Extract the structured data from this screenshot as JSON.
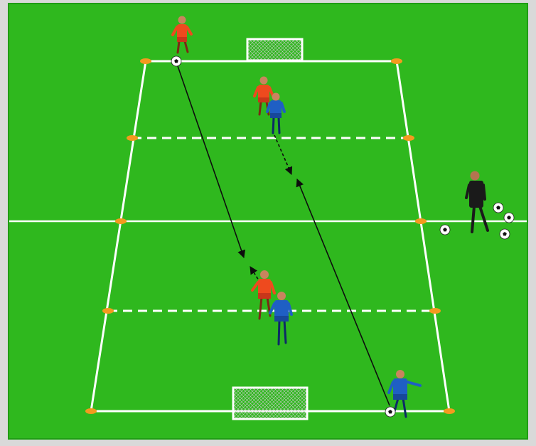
{
  "diagram": {
    "colors": {
      "pitch": "#2fb81e",
      "pitch_edge": "#1f9d14",
      "line": "#ffffff",
      "cone": "#f39a1f",
      "red_team": "#ee4a1e",
      "blue_team": "#1f5fc4",
      "coach": "#1a1a1a",
      "pass_line": "#0d0d0d"
    },
    "teams": {
      "red": {
        "count": 3
      },
      "blue": {
        "count": 3
      }
    },
    "coach_present": true,
    "spare_balls": 4,
    "goals": 2,
    "zones": 4
  }
}
